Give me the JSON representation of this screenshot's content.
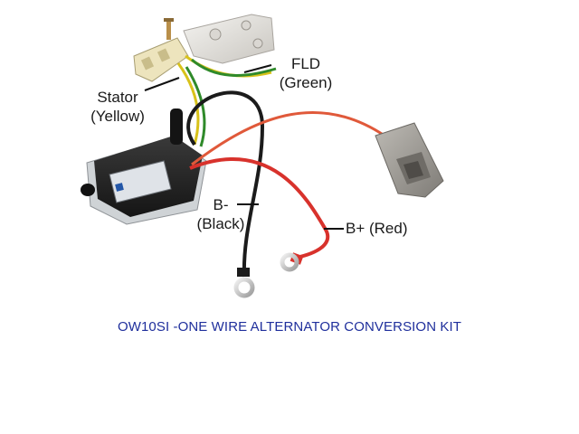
{
  "labels": {
    "stator_name": "Stator",
    "stator_color": "(Yellow)",
    "field_name": "FLD",
    "field_color": "(Green)",
    "bneg_name": "B-",
    "bneg_color": "(Black)",
    "bpos": "B+ (Red)"
  },
  "caption": "OW10SI -ONE WIRE ALTERNATOR CONVERSION KIT",
  "colors": {
    "caption": "#1f2f9c",
    "wire_yellow": "#d8c21a",
    "wire_green": "#2f8a2a",
    "wire_black": "#1b1b1b",
    "wire_red": "#d8322c",
    "regulator_body": "#2a2a2a",
    "terminal_plug": "#c7c3bc",
    "connector_plug": "#9e9b96"
  },
  "icons": {
    "regulator": "voltage-regulator-icon",
    "plug": "connector-plug-icon",
    "terminal": "ring-terminal-icon"
  }
}
